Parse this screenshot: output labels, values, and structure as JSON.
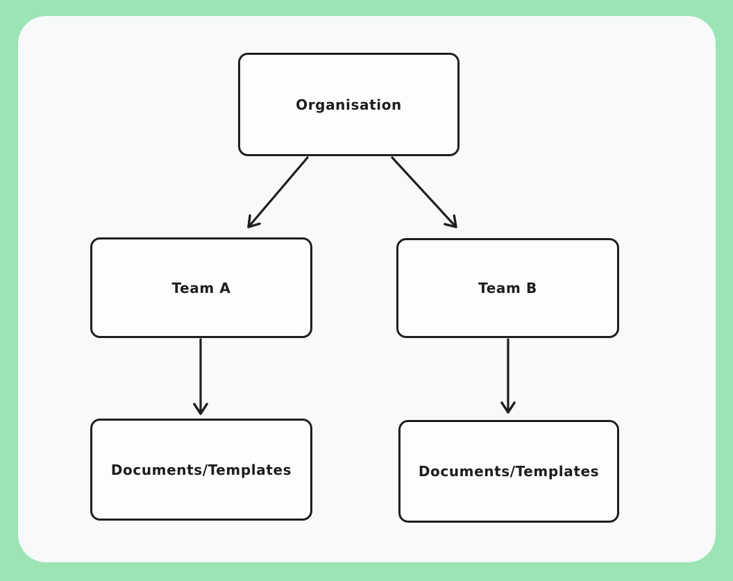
{
  "canvas": {
    "frame_color": "#9ce4b6",
    "background_color": "#f8f9fb",
    "stroke_color": "#1e1e1e",
    "shape_fill_color": "#fdfdfe"
  },
  "diagram": {
    "type": "flowchart",
    "nodes": [
      {
        "id": "organisation",
        "label": "Organisation"
      },
      {
        "id": "team-a",
        "label": "Team A"
      },
      {
        "id": "team-b",
        "label": "Team B"
      },
      {
        "id": "docs-a",
        "label": "Documents/Templates"
      },
      {
        "id": "docs-b",
        "label": "Documents/Templates"
      }
    ],
    "edges": [
      {
        "from": "organisation",
        "to": "team-a",
        "style": "arrow"
      },
      {
        "from": "organisation",
        "to": "team-b",
        "style": "arrow"
      },
      {
        "from": "team-a",
        "to": "docs-a",
        "style": "arrow"
      },
      {
        "from": "team-b",
        "to": "docs-b",
        "style": "arrow"
      }
    ]
  }
}
